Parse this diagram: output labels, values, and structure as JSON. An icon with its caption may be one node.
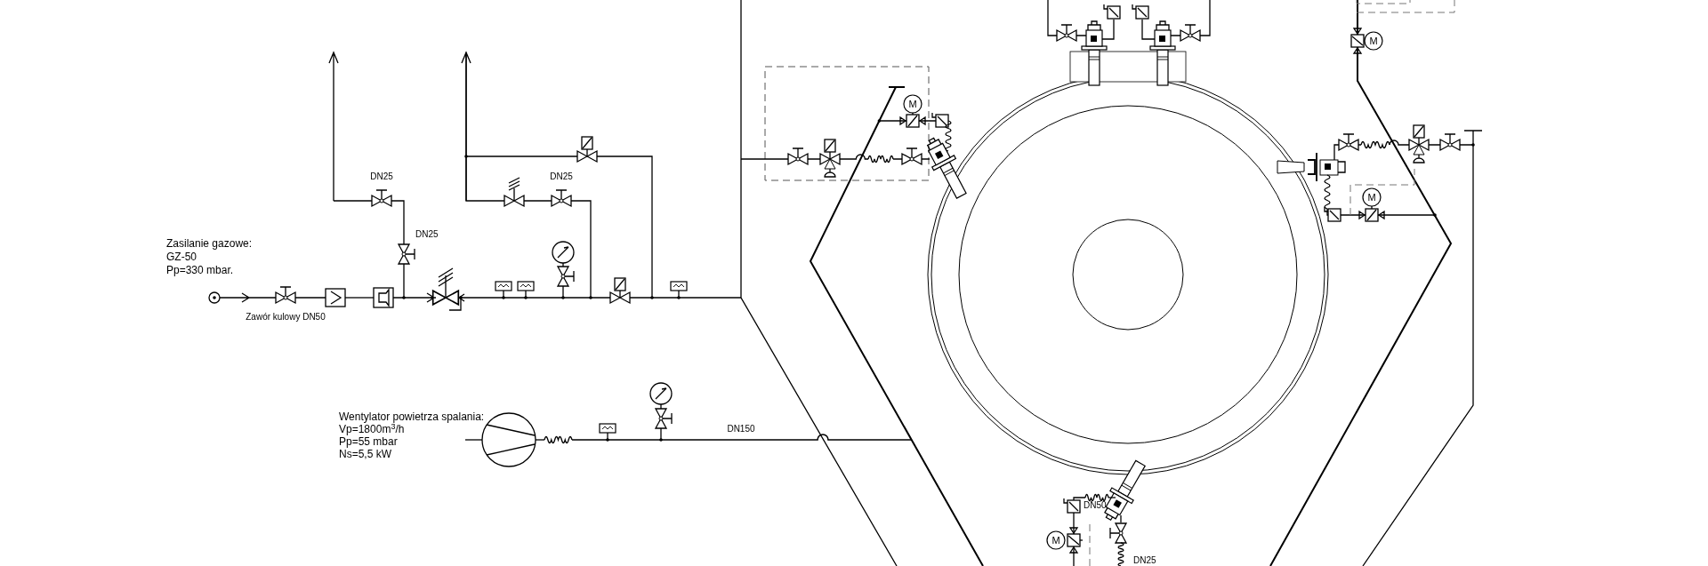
{
  "diagram": {
    "labels": [
      "Zasilanie gazowe:",
      "GZ-50",
      "Pp=330 mbar.",
      "Zawór kulowy DN50",
      "DN25",
      "DN25",
      "DN25",
      "Wentylator powietrza spalania:",
      "Vp=1800m$^{3}$/h",
      "Pp=55 mbar",
      "Ns=5,5 kW",
      "DN150",
      "M",
      "M",
      "M",
      "DN50",
      "M",
      "DN25"
    ]
  }
}
